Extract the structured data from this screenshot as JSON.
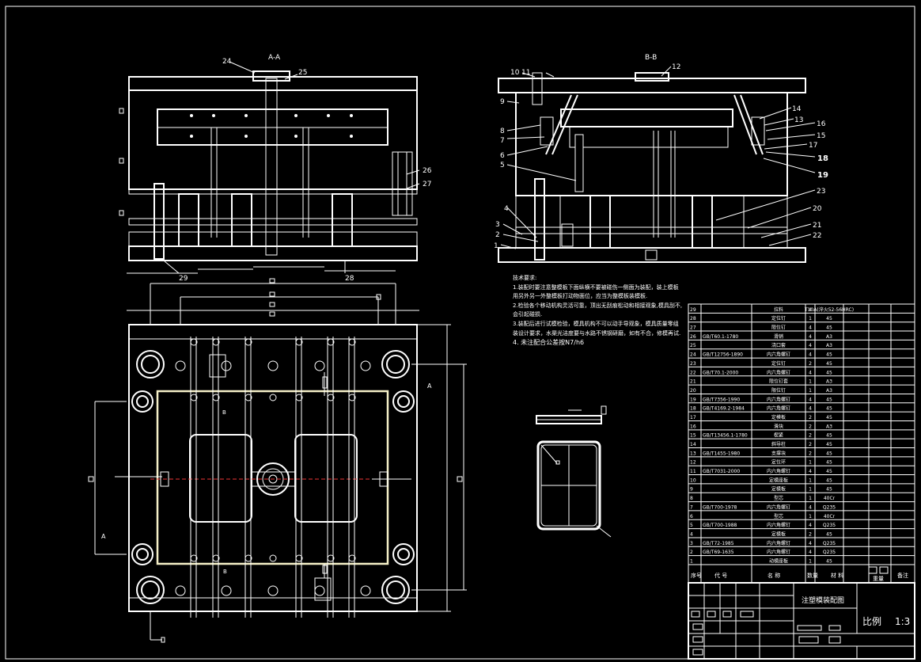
{
  "views": {
    "section_aa": "A-A",
    "section_bb": "B-B",
    "arrow_a": "A",
    "arrow_b": "B"
  },
  "callouts_aa": [
    "24",
    "25",
    "26",
    "27",
    "29",
    "28"
  ],
  "callouts_bb": [
    "10",
    "11",
    "12",
    "9",
    "8",
    "7",
    "6",
    "5",
    "4",
    "3",
    "2",
    "1",
    "14",
    "13",
    "16",
    "15",
    "17",
    "18",
    "19",
    "23",
    "20",
    "21",
    "22"
  ],
  "tech_notes": {
    "heading": "技术要求:",
    "items": [
      "1.装配时要注意整模板下面纵横不要被碰伤一侧面为装配，装上模板用另外另一外整模板打动物面位，应当为整模板装模板.",
      "2.检验各个移动机构灵活可靠，顶出无刮痕松动和相接观象,模具刮不,会引起碰损.",
      "3.装配后进行试模检验，模具机构不可以动手导观象，模具质量零组装设计要求，水渠光洁度要与水路不锈钢研磨，如有不合，修模再试.",
      "4. 未注配合公差按N7/h6"
    ]
  },
  "bom": {
    "rows": [
      {
        "no": "29",
        "code": "",
        "name": "拉料",
        "qty": "4",
        "mat": "T10A(淬火52-56HRC)"
      },
      {
        "no": "28",
        "code": "",
        "name": "定位钉",
        "qty": "1",
        "mat": "45"
      },
      {
        "no": "27",
        "code": "",
        "name": "限位钉",
        "qty": "4",
        "mat": "45"
      },
      {
        "no": "26",
        "code": "GB/T60.1-1780",
        "name": "滑销",
        "qty": "4",
        "mat": "A3"
      },
      {
        "no": "25",
        "code": "",
        "name": "浇口套",
        "qty": "4",
        "mat": "A3"
      },
      {
        "no": "24",
        "code": "GB/T12756-1890",
        "name": "内六角螺钉",
        "qty": "4",
        "mat": "45"
      },
      {
        "no": "23",
        "code": "",
        "name": "定位钉",
        "qty": "2",
        "mat": "45"
      },
      {
        "no": "22",
        "code": "GB/T70.1-2000",
        "name": "内六角螺钉",
        "qty": "4",
        "mat": "45"
      },
      {
        "no": "21",
        "code": "",
        "name": "限位钉套",
        "qty": "1",
        "mat": "A3"
      },
      {
        "no": "20",
        "code": "",
        "name": "限位钉",
        "qty": "1",
        "mat": "A3"
      },
      {
        "no": "19",
        "code": "GB/T7356-1990",
        "name": "内六角螺钉",
        "qty": "4",
        "mat": "45"
      },
      {
        "no": "18",
        "code": "GB/T4169.2-1984",
        "name": "内六角螺钉",
        "qty": "4",
        "mat": "45"
      },
      {
        "no": "17",
        "code": "",
        "name": "定模板",
        "qty": "2",
        "mat": "45"
      },
      {
        "no": "16",
        "code": "",
        "name": "滑块",
        "qty": "2",
        "mat": "A3"
      },
      {
        "no": "15",
        "code": "GB/T13456.1-1780",
        "name": "楔紧",
        "qty": "2",
        "mat": "45"
      },
      {
        "no": "14",
        "code": "",
        "name": "斜导柱",
        "qty": "2",
        "mat": "45"
      },
      {
        "no": "13",
        "code": "GB/T1455-1980",
        "name": "支撑块",
        "qty": "2",
        "mat": "45"
      },
      {
        "no": "12",
        "code": "",
        "name": "定位环",
        "qty": "1",
        "mat": "45"
      },
      {
        "no": "11",
        "code": "GB/T7031-2000",
        "name": "内六角螺钉",
        "qty": "4",
        "mat": "45"
      },
      {
        "no": "10",
        "code": "",
        "name": "定模座板",
        "qty": "1",
        "mat": "45"
      },
      {
        "no": "9",
        "code": "",
        "name": "定模板",
        "qty": "1",
        "mat": "45"
      },
      {
        "no": "8",
        "code": "",
        "name": "型芯",
        "qty": "1",
        "mat": "40Cr"
      },
      {
        "no": "7",
        "code": "GB/T700-1978",
        "name": "内六角螺钉",
        "qty": "4",
        "mat": "Q235"
      },
      {
        "no": "6",
        "code": "",
        "name": "型芯",
        "qty": "1",
        "mat": "40Cr"
      },
      {
        "no": "5",
        "code": "GB/T700-1988",
        "name": "内六角螺钉",
        "qty": "4",
        "mat": "Q235"
      },
      {
        "no": "4",
        "code": "",
        "name": "定模板",
        "qty": "2",
        "mat": "45"
      },
      {
        "no": "3",
        "code": "GB/T72-1985",
        "name": "内六角螺钉",
        "qty": "4",
        "mat": "Q235"
      },
      {
        "no": "2",
        "code": "GB/T69-1635",
        "name": "内六角螺钉",
        "qty": "4",
        "mat": "Q235"
      },
      {
        "no": "1",
        "code": "",
        "name": "动模座板",
        "qty": "1",
        "mat": "45"
      }
    ],
    "headers": {
      "no": "序号",
      "code": "代 号",
      "name": "名 称",
      "qty": "数量",
      "mat": "材 料",
      "weight": "重量",
      "note": "备注"
    }
  },
  "title_block": {
    "drawing_name": "注塑模装配图",
    "scale_label": "比例",
    "scale_value": "1:3"
  }
}
